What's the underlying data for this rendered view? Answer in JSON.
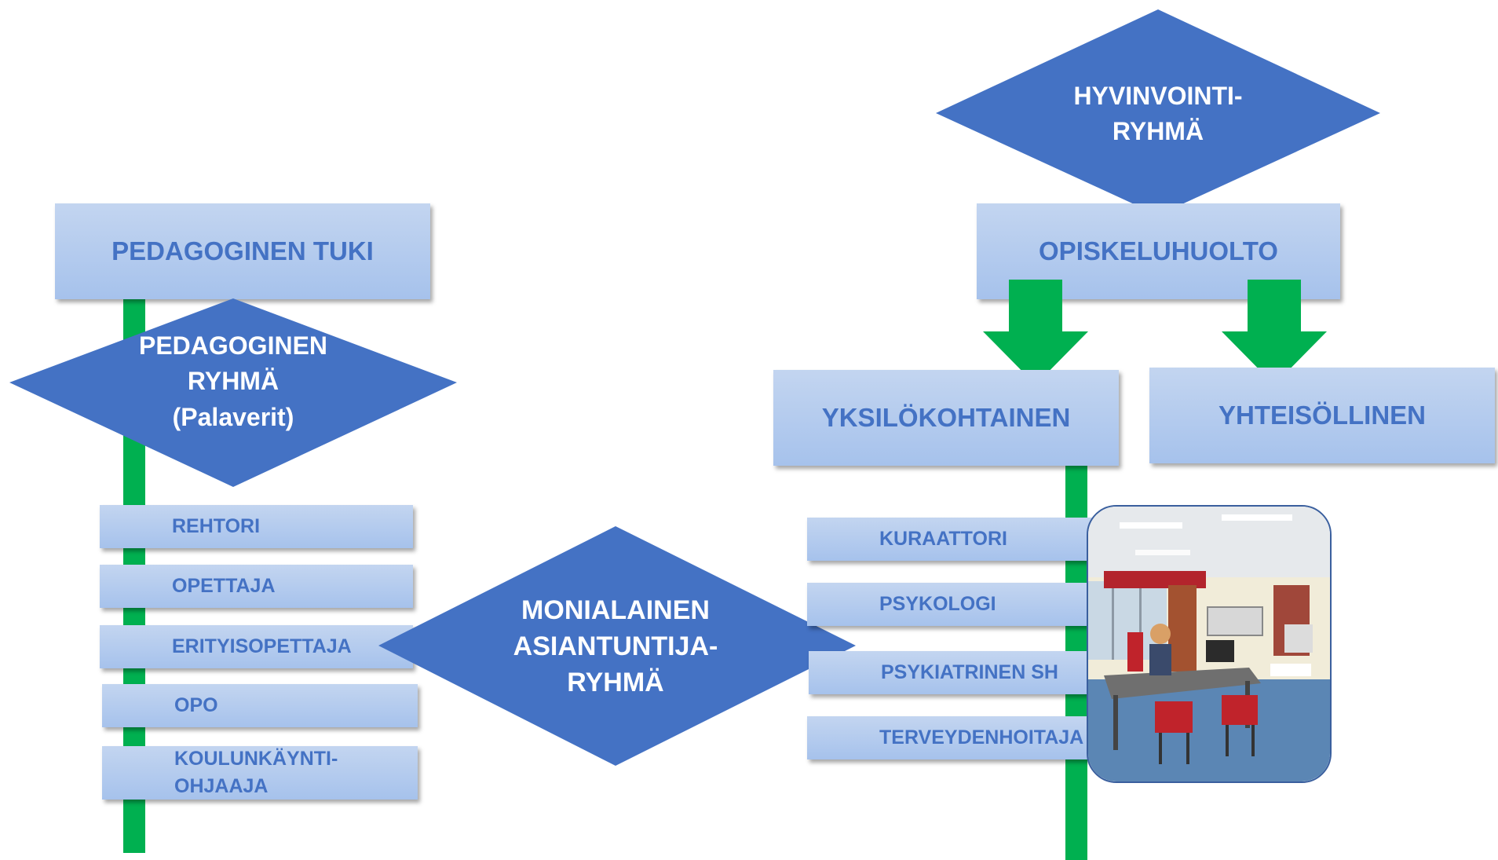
{
  "colors": {
    "diamond": "#4472c4",
    "box_text": "#4472c4",
    "connector_green": "#00b050"
  },
  "left": {
    "header": "PEDAGOGINEN TUKI",
    "group": {
      "line1": "PEDAGOGINEN",
      "line2": "RYHMÄ",
      "line3": "(Palaverit)"
    },
    "members": [
      {
        "line1": "REHTORI"
      },
      {
        "line1": "OPETTAJA"
      },
      {
        "line1": "ERITYISOPETTAJA"
      },
      {
        "line1": "OPO"
      },
      {
        "line1": "KOULUNKÄYNTI-",
        "line2": "OHJAAJA"
      }
    ]
  },
  "center": {
    "group": {
      "line1": "MONIALAINEN",
      "line2": "ASIANTUNTIJA-",
      "line3": "RYHMÄ"
    }
  },
  "right": {
    "top_group": {
      "line1": "HYVINVOINTI-",
      "line2": "RYHMÄ"
    },
    "header": "OPISKELUHUOLTO",
    "branches": [
      "YKSILÖKOHTAINEN",
      "YHTEISÖLLINEN"
    ],
    "members": [
      "KURAATTORI",
      "PSYKOLOGI",
      "PSYKIATRINEN SH",
      "TERVEYDENHOITAJA"
    ],
    "photo_icon": "office-room-photo"
  }
}
